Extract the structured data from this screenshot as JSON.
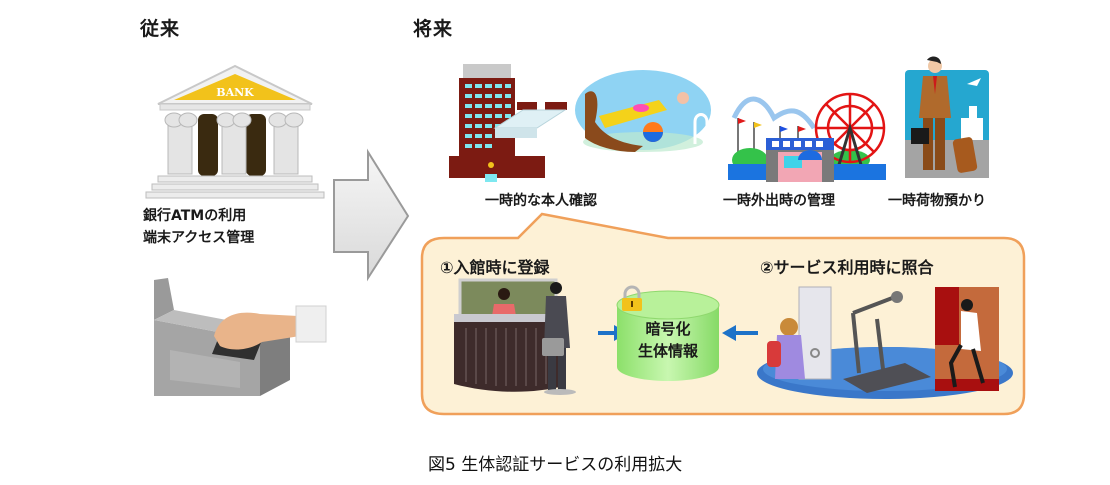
{
  "sections": {
    "before": {
      "heading": "従来",
      "bank_sign": "BANK",
      "description_lines": [
        "銀行ATMの利用",
        "端末アクセス管理"
      ]
    },
    "future": {
      "heading": "将来",
      "use_cases": [
        {
          "label": "一時的な本人確認",
          "icon": "hotel-pool-icon"
        },
        {
          "label": "一時外出時の管理",
          "icon": "amusement-park-icon"
        },
        {
          "label": "一時荷物預かり",
          "icon": "traveler-luggage-icon"
        }
      ],
      "callout": {
        "step1": "①入館時に登録",
        "step2": "②サービス利用時に照合",
        "database_lines": [
          "暗号化",
          "生体情報"
        ]
      }
    }
  },
  "caption": "図5 生体認証サービスの利用拡大",
  "colors": {
    "callout_fill": "#fdf1d6",
    "callout_border": "#f0a05a",
    "arrow_blue": "#1d72c8",
    "db_green": "#a8ec8a",
    "bank_gold": "#f2c21b",
    "platform_blue": "#3a77c9"
  }
}
